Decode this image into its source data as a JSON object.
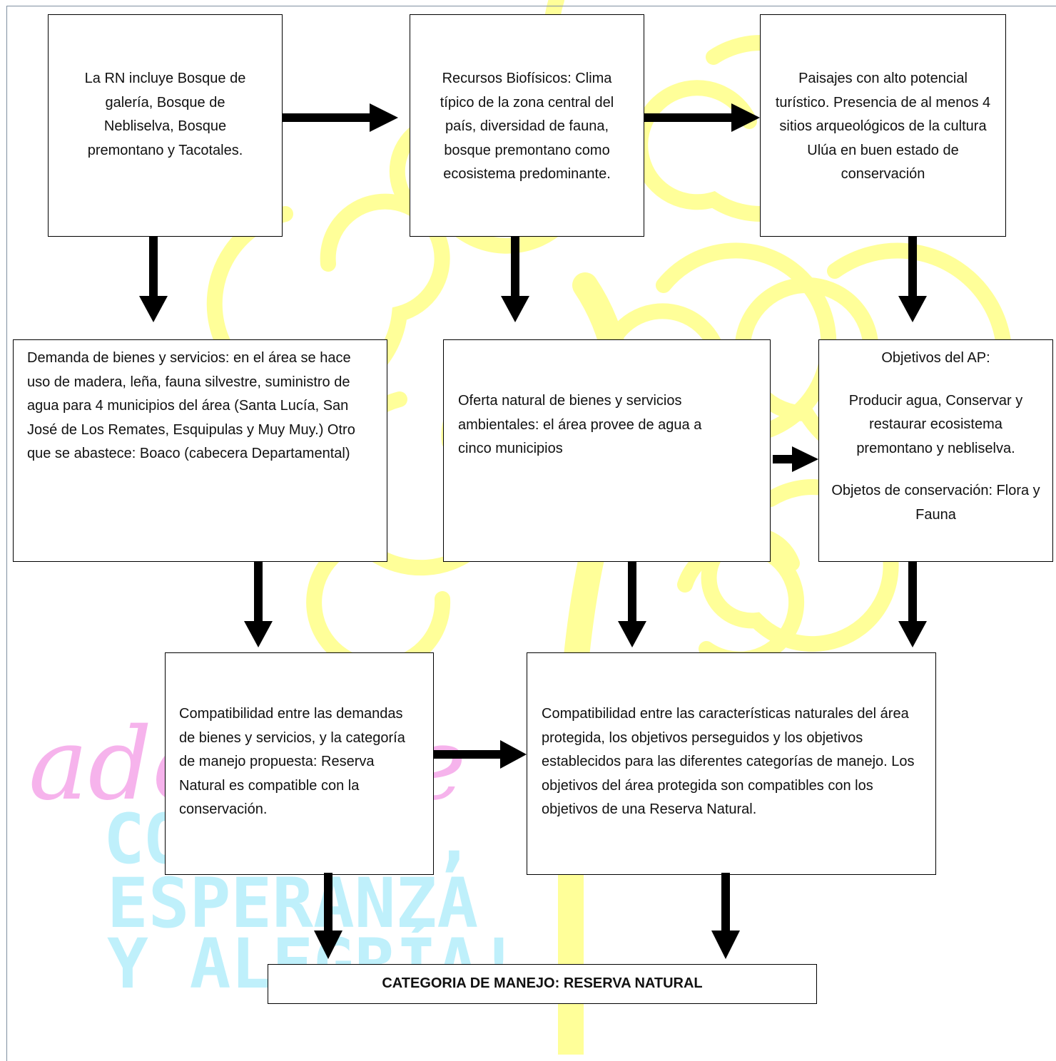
{
  "boxes": {
    "rn_includes": "La RN incluye Bosque de galería, Bosque de Nebliselva, Bosque premontano y Tacotales.",
    "biophysical": "Recursos Biofísicos: Clima típico de la zona central del país, diversidad de fauna, bosque premontano como ecosistema predominante.",
    "landscapes": "Paisajes con alto potencial turístico. Presencia de al menos 4 sitios arqueológicos de la cultura Ulúa en buen estado de conservación",
    "demand": "Demanda de bienes y servicios: en el área se hace uso de madera, leña, fauna silvestre, suministro de agua para 4 municipios del área (Santa Lucía, San José de Los Remates, Esquipulas y Muy Muy.) Otro que se abastece: Boaco (cabecera Departamental)",
    "supply": "Oferta natural de bienes y servicios ambientales: el área provee de agua a cinco municipios",
    "objectives_title": "Objetivos del AP:",
    "objectives_body": "Producir agua, Conservar y restaurar ecosistema premontano y nebliselva.",
    "conservation_objects": "Objetos de conservación: Flora y Fauna",
    "compat_demand": "Compatibilidad entre las demandas de bienes y servicios, y la categoría de manejo propuesta: Reserva Natural es compatible con la conservación.",
    "compat_natural": "Compatibilidad entre las características naturales del área protegida, los objetivos perseguidos y los objetivos establecidos para las diferentes categorías de manejo. Los objetivos del área protegida son compatibles con los objetivos de una Reserva Natural.",
    "final": "CATEGORIA DE MANEJO: RESERVA NATURAL"
  },
  "watermark": {
    "line1": "adelante",
    "line2": "CON AMOR,",
    "line3": "ESPERANZA",
    "line4": "Y ALEGRÍA!"
  },
  "colors": {
    "tree": "#ffff99",
    "script_pink": "#f6b3ec",
    "slogan_cyan": "#bff0fb"
  }
}
